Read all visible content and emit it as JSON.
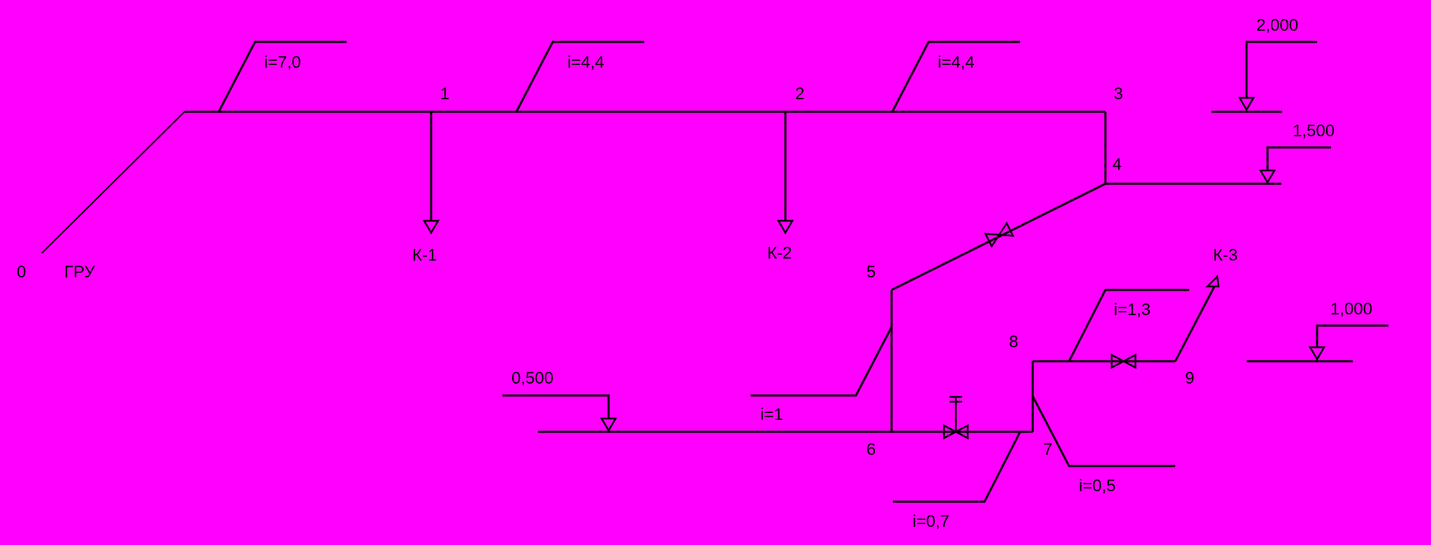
{
  "nodes": [
    "0",
    "1",
    "2",
    "3",
    "4",
    "5",
    "6",
    "7",
    "8",
    "9"
  ],
  "node_ref": "ГРУ",
  "consumers": [
    "К-1",
    "К-2",
    "К-3"
  ],
  "slopes": [
    "i=7,0",
    "i=4,4",
    "i=4,4",
    "i=1,3",
    "i=1",
    "i=0,5",
    "i=0,7"
  ],
  "elevations": [
    "2,000",
    "1,500",
    "1,000",
    "0,500"
  ],
  "colors": {
    "background": "#ff00ff",
    "line": "#000000"
  }
}
